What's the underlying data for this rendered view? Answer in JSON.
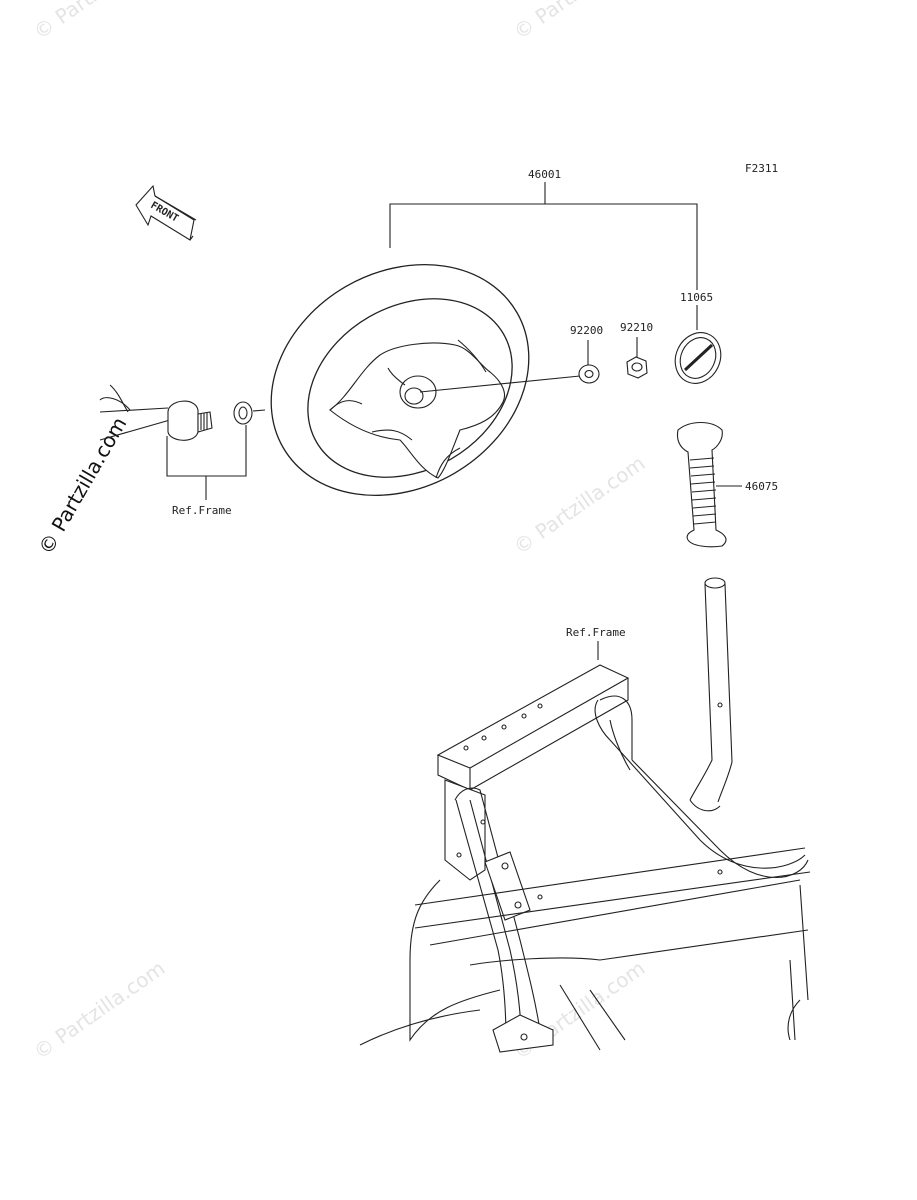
{
  "diagram": {
    "figure_code": "F2311",
    "front_label": "FRONT",
    "parts": {
      "steering_wheel": "46001",
      "emblem": "11065",
      "washer": "92200",
      "nut": "92210",
      "grip": "46075"
    },
    "ref_frame_left": "Ref.Frame",
    "ref_frame_right": "Ref.Frame"
  },
  "watermarks": {
    "main": "© Partzilla.com",
    "faint": "© Partzilla.com"
  }
}
